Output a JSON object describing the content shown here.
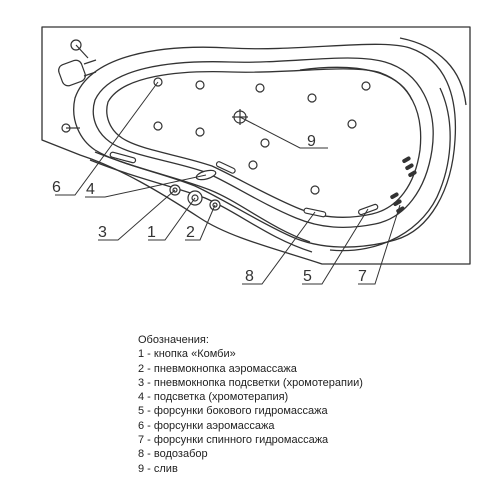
{
  "callouts": {
    "c1": "1",
    "c2": "2",
    "c3": "3",
    "c4": "4",
    "c5": "5",
    "c6": "6",
    "c7": "7",
    "c8": "8",
    "c9": "9"
  },
  "legend": {
    "title": "Обозначения:",
    "items": [
      "1 - кнопка «Комби»",
      "2 - пневмокнопка аэромассажа",
      "3 - пневмокнопка подсветки (хромотерапии)",
      "4 - подсветка (хромотерапия)",
      "5 - форсунки бокового гидромассажа",
      "6 - форсунки аэромассажа",
      "7 - форсунки спинного гидромассажа",
      "8 - водозабор",
      "9 - слив"
    ]
  },
  "colors": {
    "line": "#333333",
    "background": "#ffffff"
  },
  "icons": {
    "faucet": "faucet-icon",
    "drain": "drain-icon"
  }
}
